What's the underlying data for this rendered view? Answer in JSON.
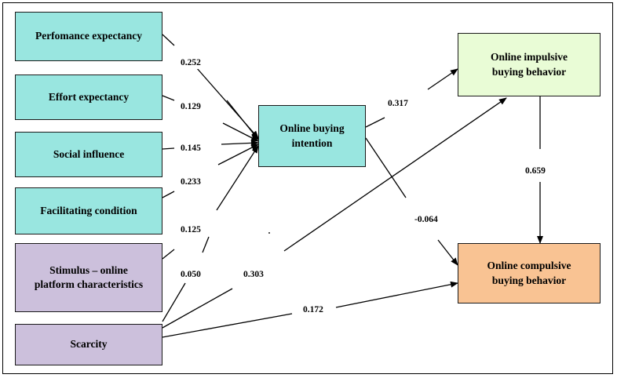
{
  "colors": {
    "teal_box": "#99e6e0",
    "purple_box": "#ccc0dc",
    "green_box": "#e9fcd6",
    "orange_box": "#f9c393",
    "line": "#000000"
  },
  "nodes": {
    "performance": "Perfomance expectancy",
    "effort": "Effort expectancy",
    "social": "Social influence",
    "facilitating": "Facilitating condition",
    "stimulus_line1": "Stimulus – online",
    "stimulus_line2": "platform characteristics",
    "scarcity": "Scarcity",
    "intention_line1": "Online buying",
    "intention_line2": "intention",
    "impulsive_line1": "Online impulsive",
    "impulsive_line2": "buying behavior",
    "compulsive_line1": "Online compulsive",
    "compulsive_line2": "buying behavior"
  },
  "coefficients": {
    "performance_intention": "0.252",
    "effort_intention": "0.129",
    "social_intention": "0.145",
    "facilitating_intention": "0.233",
    "stimulus_intention": "0.125",
    "scarcity_intention": "0.050",
    "intention_impulsive": "0.317",
    "intention_compulsive": "-0.064",
    "scarcity_impulsive": "0.303",
    "scarcity_compulsive": "0.172",
    "impulsive_compulsive": "0.659"
  }
}
